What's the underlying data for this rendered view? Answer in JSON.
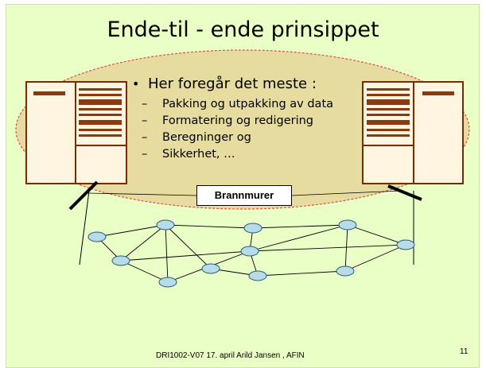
{
  "slide": {
    "title": "Ende-til - ende prinsippet",
    "bullet": "Her foregår det meste :",
    "sub_items": [
      "Pakking og utpakking av data",
      "Formatering og redigering",
      "Beregninger og",
      "Sikkerhet, …"
    ],
    "firewall_label": "Brannmurer",
    "footer": "DRI1002-V07   17. april   Arild Jansen , AFIN",
    "page_number": "11"
  },
  "colors": {
    "background": "#eaffc6",
    "ellipse_fill": "#e3c98a",
    "ellipse_border": "#e05050",
    "server_frame": "#7a2a00",
    "server_fill": "#fff5e0",
    "node_fill": "#b7dce8",
    "firewall_bar": "#000000"
  }
}
